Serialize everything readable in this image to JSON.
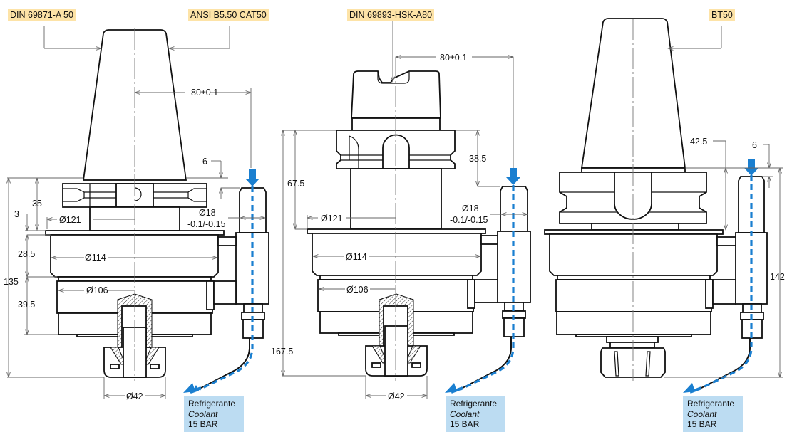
{
  "drawing": {
    "colors": {
      "label_bg": "#fde3a7",
      "coolant_box_bg": "#bcdcf2",
      "coolant_arrow": "#1a7fd0",
      "line": "#111111",
      "dimension_line": "#666666"
    },
    "views": [
      {
        "id": "din-sk50",
        "standard_labels": [
          "DIN 69871-A 50",
          "ANSI B5.50 CAT50"
        ],
        "dimensions": {
          "offset": "80±0.1",
          "pin_top": "6",
          "flange_height": "35",
          "flange_gap": "3",
          "d_flange": "Ø121",
          "pin_diameter": "Ø18",
          "pin_tolerance": "-0.1/-0.15",
          "upper_body_height": "28.5",
          "d_upper_body": "Ø114",
          "overall_height": "135",
          "d_lower_body": "Ø106",
          "lower_body_height": "39.5",
          "d_nut": "Ø42"
        },
        "coolant": {
          "line1": "Refrigerante",
          "line2": "Coolant",
          "line3": "15 BAR"
        }
      },
      {
        "id": "hsk-a80",
        "standard_labels": [
          "DIN 69893-HSK-A80"
        ],
        "dimensions": {
          "offset": "80±0.1",
          "flange_height": "38.5",
          "pin_height": "67.5",
          "d_flange": "Ø121",
          "pin_diameter": "Ø18",
          "pin_tolerance": "-0.1/-0.15",
          "d_upper_body": "Ø114",
          "d_lower_body": "Ø106",
          "overall_height": "167.5",
          "d_nut": "Ø42"
        },
        "coolant": {
          "line1": "Refrigerante",
          "line2": "Coolant",
          "line3": "15 BAR"
        }
      },
      {
        "id": "bt50",
        "standard_labels": [
          "BT50"
        ],
        "dimensions": {
          "flange_height": "42.5",
          "pin_top": "6",
          "overall_height": "142"
        },
        "coolant": {
          "line1": "Refrigerante",
          "line2": "Coolant",
          "line3": "15 BAR"
        }
      }
    ]
  }
}
